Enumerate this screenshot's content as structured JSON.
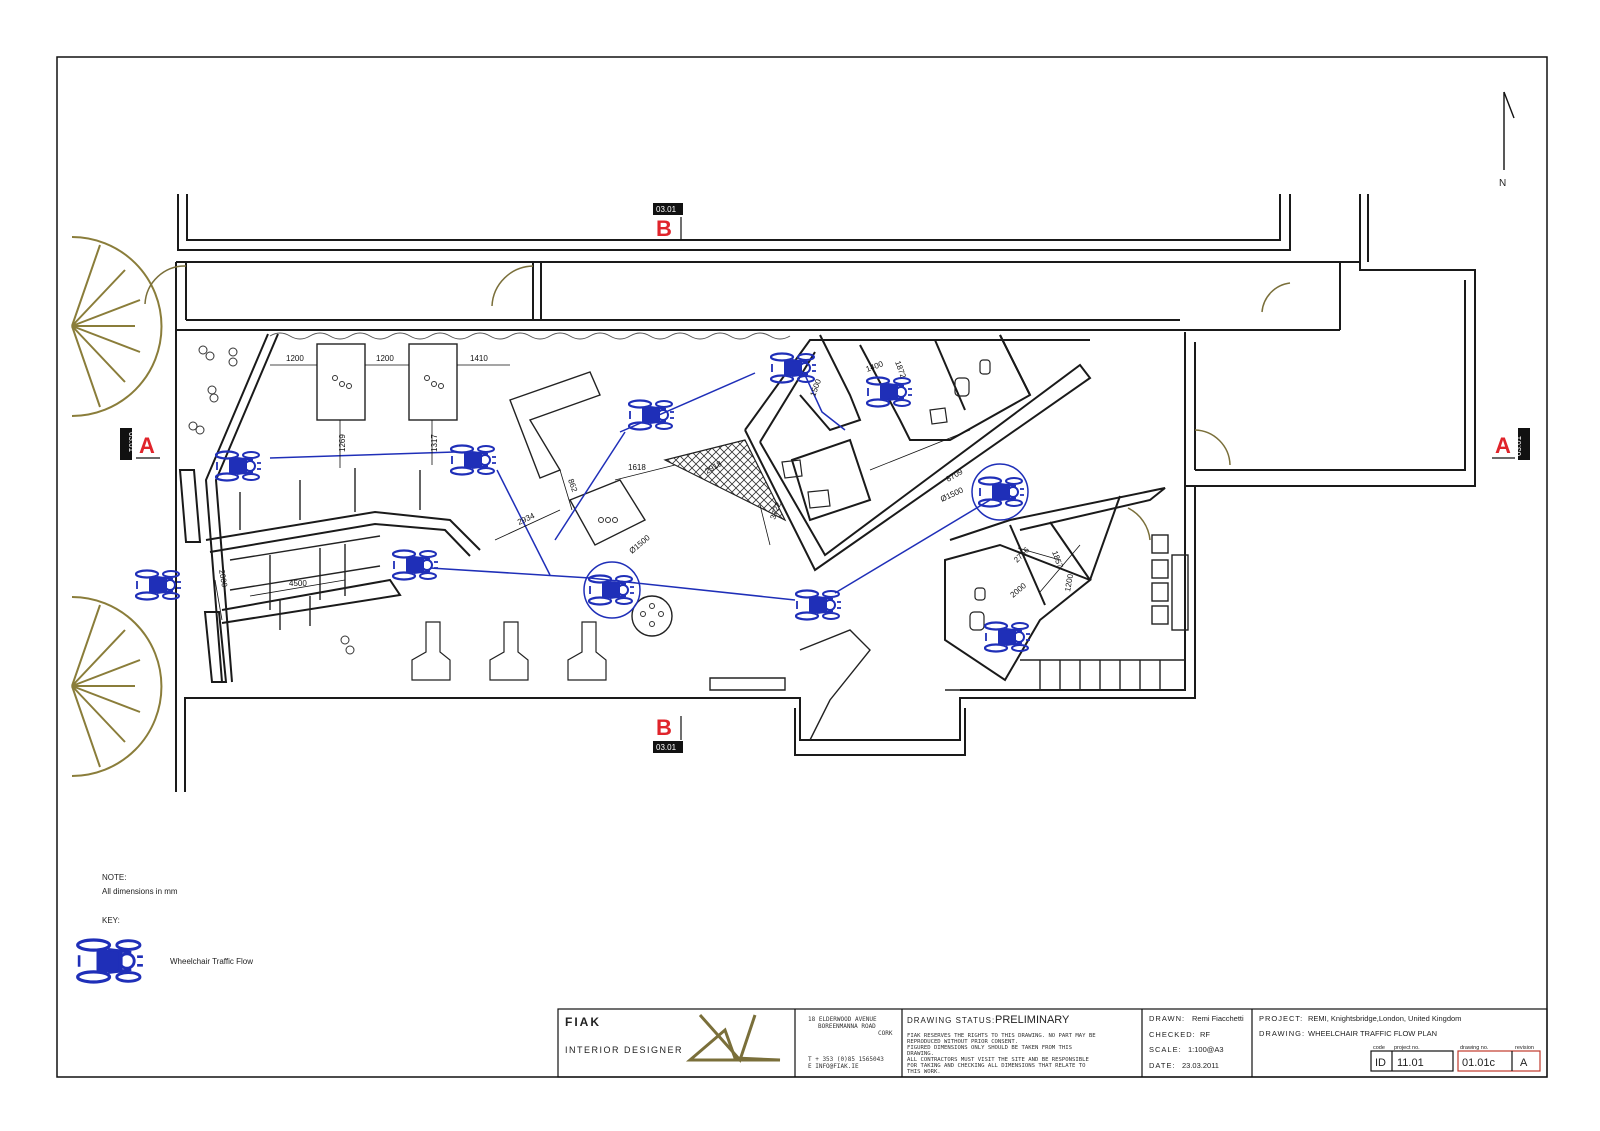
{
  "colors": {
    "wall": "#222222",
    "wheelchair": "#1f2fb8",
    "marker": "#e0242b",
    "tree": "#8a7d3a",
    "door": "#7a6f3a"
  },
  "north": {
    "label": "N"
  },
  "section_markers": {
    "top_b": {
      "letter": "B",
      "ref": "03.01"
    },
    "bottom_b": {
      "letter": "B",
      "ref": "03.01"
    },
    "left_a": {
      "letter": "A",
      "ref": "03.01"
    },
    "right_a": {
      "letter": "A",
      "ref": "03.01"
    }
  },
  "dimensions": {
    "d1": "1200",
    "d2": "1200",
    "d3": "1410",
    "d4": "1269",
    "d5": "1317",
    "d6": "1400",
    "d7": "1872",
    "d8": "1500",
    "d9": "1618",
    "d10": "2918",
    "d11": "862",
    "d12": "2934",
    "d13": "3722",
    "d14": "8709",
    "d15": "Ø1500",
    "d16": "Ø1500",
    "d17": "4500",
    "d18": "2000",
    "d19": "1857",
    "d20": "2756",
    "d21": "1200",
    "d22": "2000"
  },
  "notes": {
    "note_title": "NOTE:",
    "note_text": "All dimensions in mm",
    "key_title": "KEY:",
    "key_label": "Wheelchair Traffic Flow"
  },
  "title_block": {
    "company": "FIAK",
    "company_sub": "INTERIOR DESIGNER",
    "address": [
      "18 ELDERWOOD AVENUE",
      "BOREENMANNA ROAD",
      "CORK"
    ],
    "contact": [
      "T + 353 (0)85 1565043",
      "E            INFO@FIAK.IE"
    ],
    "status_label": "DRAWING STATUS:",
    "status_value": "PRELIMINARY",
    "disclaimer": [
      "FIAK RESERVES THE RIGHTS TO THIS DRAWING. NO PART MAY BE",
      "REPRODUCED WITHOUT PRIOR CONSENT.",
      "FIGURED DIMENSIONS ONLY SHOULD BE TAKEN FROM THIS",
      "DRAWING.",
      "ALL CONTRACTORS MUST VISIT THE SITE AND BE RESPONSIBLE",
      "FOR TAKING AND CHECKING ALL DIMENSIONS THAT RELATE TO",
      "THIS WORK."
    ],
    "drawn_label": "DRAWN:",
    "drawn_value": "Remi Fiacchetti",
    "checked_label": "CHECKED:",
    "checked_value": "RF",
    "scale_label": "SCALE:",
    "scale_value": "1:100@A3",
    "date_label": "DATE:",
    "date_value": "23.03.2011",
    "project_label": "PROJECT:",
    "project_value": "REMI, Knightsbridge,London, United Kingdom",
    "drawing_label": "DRAWING:",
    "drawing_value": "WHEELCHAIR TRAFFIC FLOW PLAN",
    "code_label": "code",
    "code_value": "ID",
    "project_no_label": "project no.",
    "project_no_value": "11.01",
    "drawing_no_label": "drawing no.",
    "drawing_no_value": "01.01c",
    "revision_label": "revision",
    "revision_value": "A"
  }
}
